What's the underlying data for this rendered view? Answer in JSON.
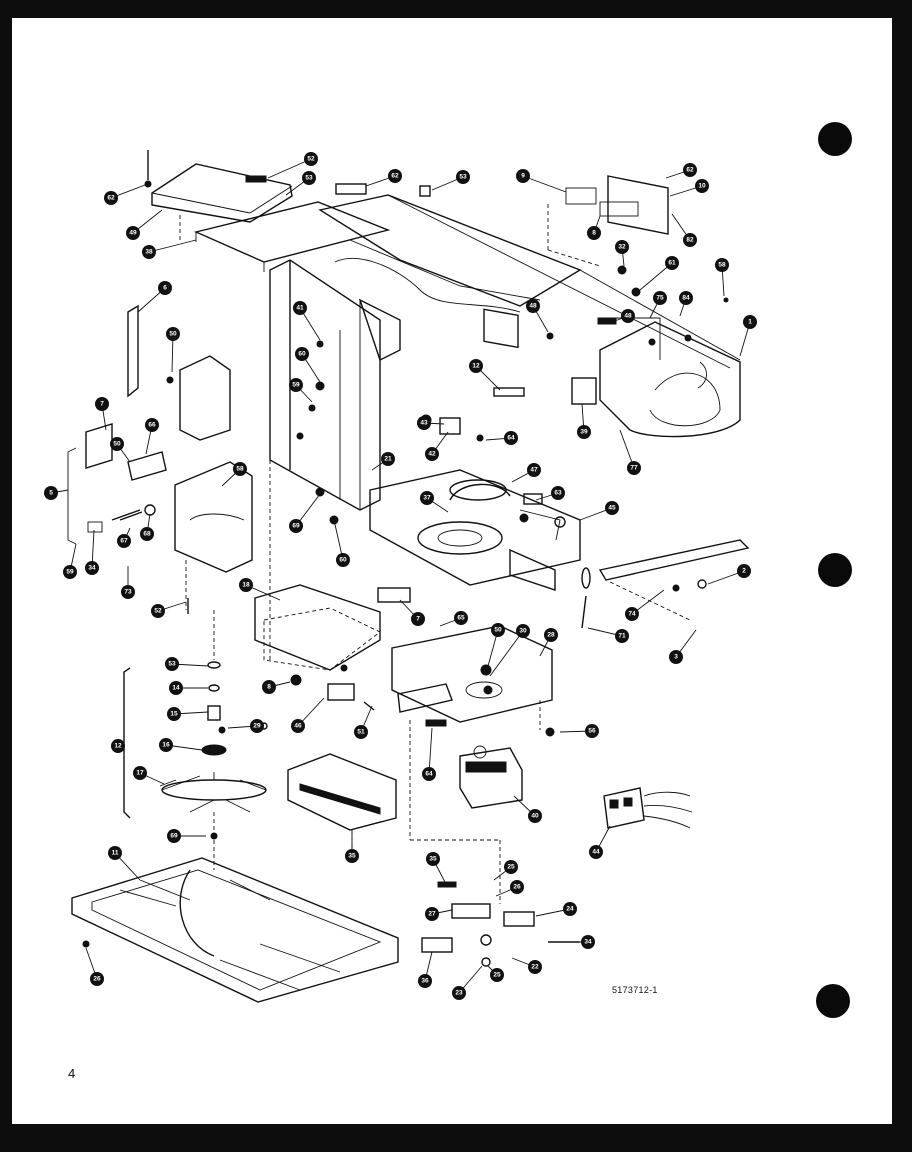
{
  "document": {
    "code": "5173712-1",
    "page_number": "4"
  },
  "callouts": [
    {
      "label": "62"
    },
    {
      "label": "49"
    },
    {
      "label": "52"
    },
    {
      "label": "53"
    },
    {
      "label": "62"
    },
    {
      "label": "53"
    },
    {
      "label": "9"
    },
    {
      "label": "62"
    },
    {
      "label": "10"
    },
    {
      "label": "8"
    },
    {
      "label": "82"
    },
    {
      "label": "38"
    },
    {
      "label": "6"
    },
    {
      "label": "41"
    },
    {
      "label": "60"
    },
    {
      "label": "59"
    },
    {
      "label": "32"
    },
    {
      "label": "61"
    },
    {
      "label": "58"
    },
    {
      "label": "1"
    },
    {
      "label": "48"
    },
    {
      "label": "75"
    },
    {
      "label": "84"
    },
    {
      "label": "48"
    },
    {
      "label": "50"
    },
    {
      "label": "7"
    },
    {
      "label": "66"
    },
    {
      "label": "50"
    },
    {
      "label": "43"
    },
    {
      "label": "42"
    },
    {
      "label": "12"
    },
    {
      "label": "64"
    },
    {
      "label": "39"
    },
    {
      "label": "77"
    },
    {
      "label": "58"
    },
    {
      "label": "21"
    },
    {
      "label": "47"
    },
    {
      "label": "5"
    },
    {
      "label": "37"
    },
    {
      "label": "63"
    },
    {
      "label": "45"
    },
    {
      "label": "67"
    },
    {
      "label": "68"
    },
    {
      "label": "59"
    },
    {
      "label": "34"
    },
    {
      "label": "69"
    },
    {
      "label": "60"
    },
    {
      "label": "73"
    },
    {
      "label": "52"
    },
    {
      "label": "2"
    },
    {
      "label": "18"
    },
    {
      "label": "7"
    },
    {
      "label": "74"
    },
    {
      "label": "71"
    },
    {
      "label": "3"
    },
    {
      "label": "65"
    },
    {
      "label": "50"
    },
    {
      "label": "30"
    },
    {
      "label": "28"
    },
    {
      "label": "53"
    },
    {
      "label": "8"
    },
    {
      "label": "14"
    },
    {
      "label": "46"
    },
    {
      "label": "15"
    },
    {
      "label": "29"
    },
    {
      "label": "51"
    },
    {
      "label": "56"
    },
    {
      "label": "12"
    },
    {
      "label": "16"
    },
    {
      "label": "64"
    },
    {
      "label": "17"
    },
    {
      "label": "40"
    },
    {
      "label": "44"
    },
    {
      "label": "69"
    },
    {
      "label": "35"
    },
    {
      "label": "11"
    },
    {
      "label": "35"
    },
    {
      "label": "25"
    },
    {
      "label": "26"
    },
    {
      "label": "27"
    },
    {
      "label": "24"
    },
    {
      "label": "34"
    },
    {
      "label": "36"
    },
    {
      "label": "22"
    },
    {
      "label": "25"
    },
    {
      "label": "23"
    },
    {
      "label": "26"
    },
    {
      "label": "63"
    }
  ]
}
